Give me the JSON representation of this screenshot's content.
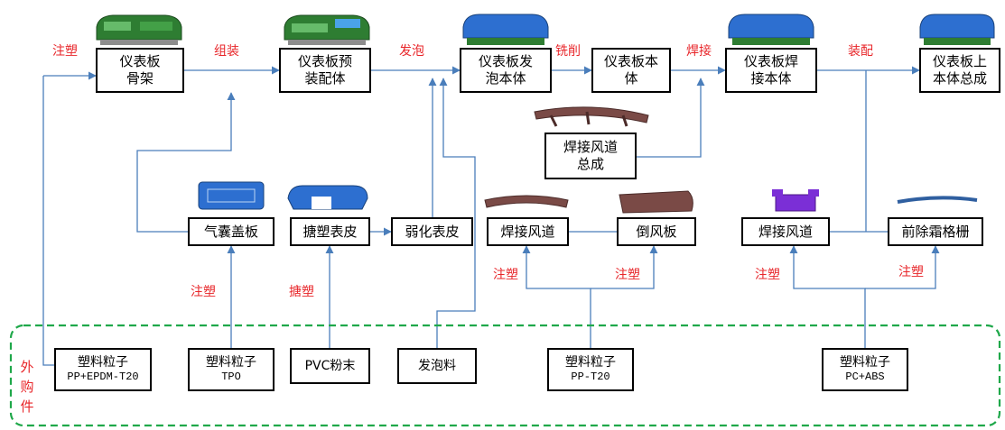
{
  "processes": {
    "skeleton": [
      "仪表板",
      "骨架"
    ],
    "preassembly": [
      "仪表板预",
      "装配体"
    ],
    "foam_body": [
      "仪表板发",
      "泡本体"
    ],
    "body": [
      "仪表板本",
      "体"
    ],
    "welded_body": [
      "仪表板焊",
      "接本体"
    ],
    "upper_assembly": [
      "仪表板上",
      "本体总成"
    ],
    "weld_duct_assy": [
      "焊接风道",
      "总成"
    ],
    "airbag_cover": "气囊盖板",
    "slush_skin": "搪塑表皮",
    "weakened_skin": "弱化表皮",
    "weld_duct_a": "焊接风道",
    "air_deflector": "倒风板",
    "weld_duct_b": "焊接风道",
    "defrost_grille": "前除霜格栅"
  },
  "materials": {
    "m1": [
      "塑料粒子",
      "PP+EPDM-T20"
    ],
    "m2": [
      "塑料粒子",
      "TPO"
    ],
    "m3": "PVC粉末",
    "m4": "发泡料",
    "m5": [
      "塑料粒子",
      "PP-T20"
    ],
    "m6": [
      "塑料粒子",
      "PC+ABS"
    ]
  },
  "operations": {
    "injection_top": "注塑",
    "assembly": "组装",
    "foaming": "发泡",
    "milling": "铣削",
    "welding": "焊接",
    "final_assembly": "装配",
    "injection_airbag": "注塑",
    "slush": "搪塑",
    "injection_duct_a": "注塑",
    "injection_deflector": "注塑",
    "injection_duct_b": "注塑",
    "injection_grille": "注塑"
  },
  "group_label": [
    "外",
    "购",
    "件"
  ],
  "colors": {
    "line": "#4a7ebb",
    "label": "#e8262a",
    "group_border": "#1fa84a",
    "thumb_green": "#2e7d32",
    "thumb_blue": "#2d6fd0",
    "thumb_brown": "#7a4a46",
    "thumb_purple": "#7b2fd6"
  }
}
